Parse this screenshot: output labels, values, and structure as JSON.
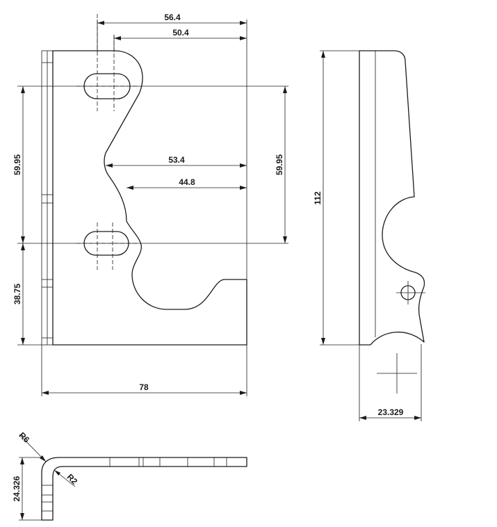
{
  "dimensions": {
    "width_top_slot": "56.4",
    "width_top_arc": "50.4",
    "width_middle_notch": "53.4",
    "width_lower_notch": "44.8",
    "hole_pitch_left": "59.95",
    "hole_pitch_right": "59.95",
    "bottom_offset": "38.75",
    "overall_width": "78",
    "overall_height": "112",
    "side_depth": "23.329",
    "outer_radius": "R6",
    "inner_radius": "R2",
    "flange_height": "24.326"
  }
}
